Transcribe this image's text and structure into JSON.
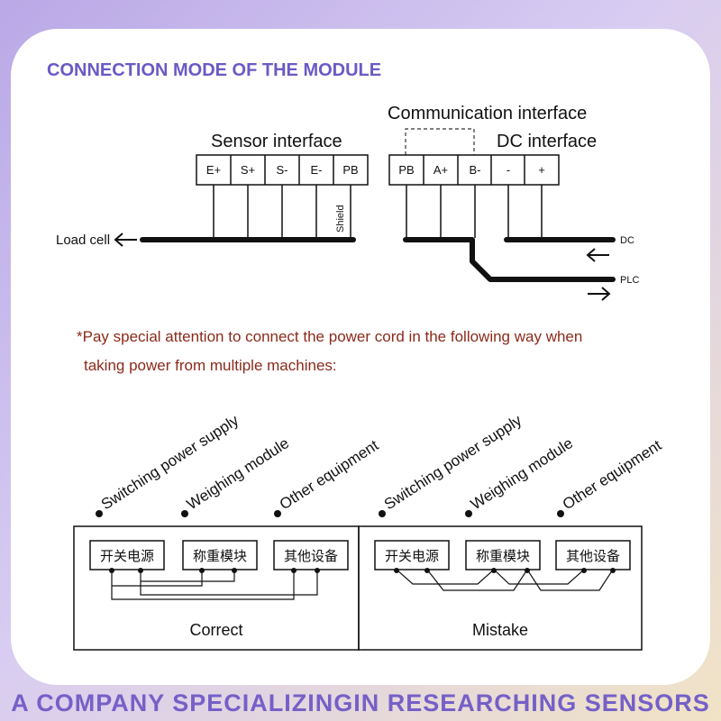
{
  "title": "CONNECTION MODE OF THE MODULE",
  "sensor_interface": {
    "label": "Sensor interface",
    "terminals": [
      "E+",
      "S+",
      "S-",
      "E-",
      "PB"
    ],
    "shield_label": "Shield",
    "load_cell_label": "Load cell"
  },
  "communication_interface": {
    "label": "Communication interface"
  },
  "dc_interface": {
    "label": "DC interface",
    "terminals": [
      "PB",
      "A+",
      "B-",
      "-",
      "+"
    ],
    "dc_label": "DC",
    "plc_label": "PLC"
  },
  "note": {
    "line1": "*Pay special attention to connect the power cord in the following way when",
    "line2": "taking power from multiple machines:"
  },
  "correct_panel": {
    "slanted_labels": [
      "Switching power supply",
      "Weighing module",
      "Other equipment"
    ],
    "boxes": [
      "开关电源",
      "称重模块",
      "其他设备"
    ],
    "caption": "Correct"
  },
  "mistake_panel": {
    "slanted_labels": [
      "Switching power supply",
      "Weighing module",
      "Other equipment"
    ],
    "boxes": [
      "开关电源",
      "称重模块",
      "其他设备"
    ],
    "caption": "Mistake"
  },
  "footer": "A COMPANY SPECIALIZINGIN RESEARCHING SENSORS"
}
